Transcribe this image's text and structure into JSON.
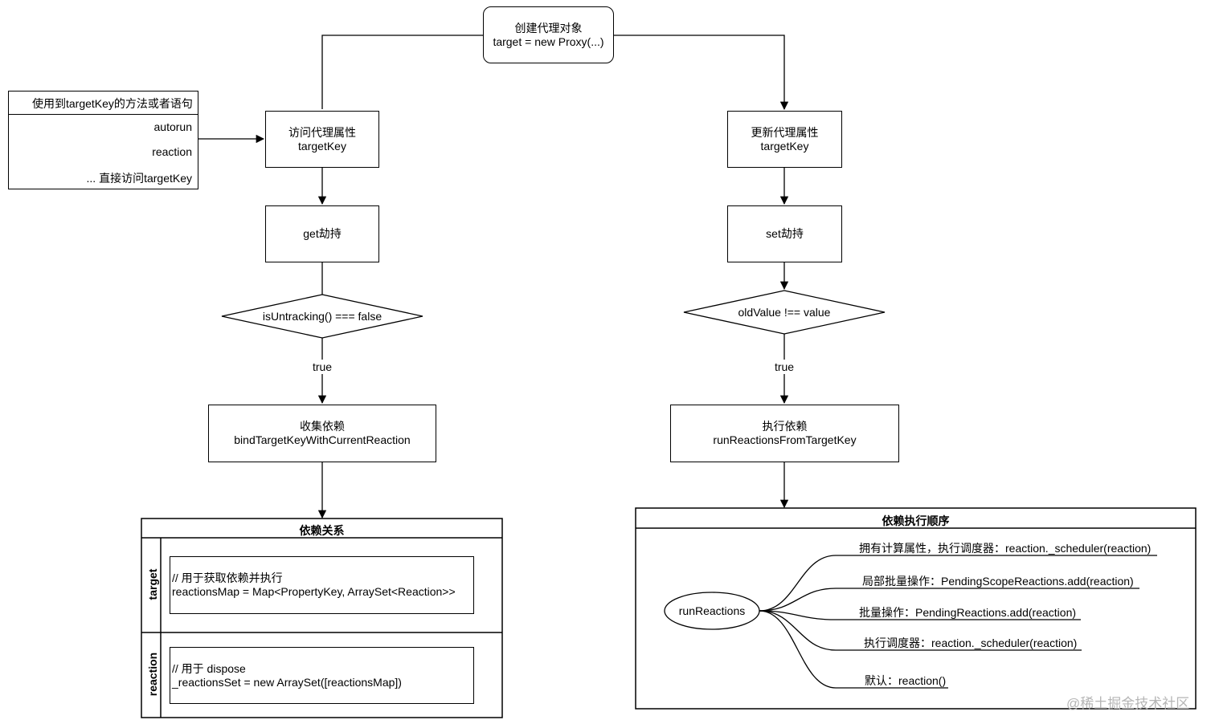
{
  "top_node": {
    "title": "创建代理对象",
    "code": "target = new Proxy(...)"
  },
  "sidebar": {
    "title": "使用到targetKey的方法或者语句",
    "items": [
      "autorun",
      "reaction",
      "... 直接访问targetKey"
    ]
  },
  "left_flow": {
    "access": {
      "title": "访问代理属性",
      "key": "targetKey"
    },
    "hijack": "get劫持",
    "condition": "isUntracking() === false",
    "edge_label": "true",
    "collect": {
      "title": "收集依赖",
      "fn": "bindTargetKeyWithCurrentReaction"
    }
  },
  "right_flow": {
    "update": {
      "title": "更新代理属性",
      "key": "targetKey"
    },
    "hijack": "set劫持",
    "condition": "oldValue !== value",
    "edge_label": "true",
    "run": {
      "title": "执行依赖",
      "fn": "runReactionsFromTargetKey"
    }
  },
  "dependency": {
    "title": "依赖关系",
    "lanes": [
      {
        "label": "target",
        "comment": "// 用于获取依赖并执行",
        "code": "reactionsMap = Map<PropertyKey, ArraySet<Reaction>>"
      },
      {
        "label": "reaction",
        "comment": "// 用于 dispose",
        "code": "_reactionsSet = new ArraySet([reactionsMap])"
      }
    ]
  },
  "order": {
    "title": "依赖执行顺序",
    "root": "runReactions",
    "branches": [
      "拥有计算属性，执行调度器：reaction._scheduler(reaction)",
      "局部批量操作：PendingScopeReactions.add(reaction)",
      "批量操作：PendingReactions.add(reaction)",
      "执行调度器：reaction._scheduler(reaction)",
      "默认：reaction()"
    ]
  },
  "watermark": "@稀土掘金技术社区"
}
